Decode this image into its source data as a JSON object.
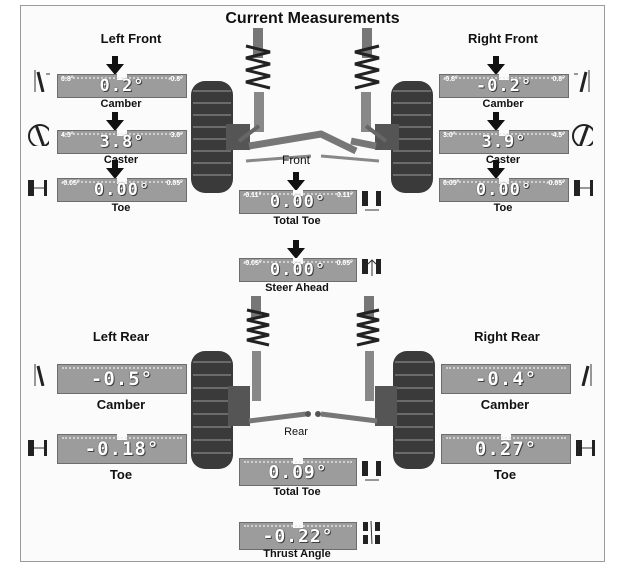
{
  "header": {
    "title": "Current Measurements"
  },
  "sections": {
    "left_front": "Left Front",
    "right_front": "Right Front",
    "left_rear": "Left Rear",
    "right_rear": "Right Rear",
    "front": "Front",
    "rear": "Rear"
  },
  "left_front": {
    "camber": {
      "label": "Camber",
      "value": "0.2°",
      "min": "0.8°",
      "max": "-0.8°"
    },
    "caster": {
      "label": "Caster",
      "value": "3.8°",
      "min": "4.5°",
      "max": "3.0°"
    },
    "toe": {
      "label": "Toe",
      "value": "0.00°",
      "min": "-0.05°",
      "max": "0.05°"
    }
  },
  "right_front": {
    "camber": {
      "label": "Camber",
      "value": "-0.2°",
      "min": "-0.8°",
      "max": "0.8°"
    },
    "caster": {
      "label": "Caster",
      "value": "3.9°",
      "min": "3.0°",
      "max": "4.5°"
    },
    "toe": {
      "label": "Toe",
      "value": "0.00°",
      "min": "0.05°",
      "max": "-0.05°"
    }
  },
  "front_total_toe": {
    "label": "Total Toe",
    "value": "0.00°",
    "min": "-0.11°",
    "max": "0.11°"
  },
  "steer_ahead": {
    "label": "Steer Ahead",
    "value": "0.00°",
    "min": "-0.05°",
    "max": "0.05°"
  },
  "left_rear": {
    "camber": {
      "label": "Camber",
      "value": "-0.5°"
    },
    "toe": {
      "label": "Toe",
      "value": "-0.18°"
    }
  },
  "right_rear": {
    "camber": {
      "label": "Camber",
      "value": "-0.4°"
    },
    "toe": {
      "label": "Toe",
      "value": "0.27°"
    }
  },
  "rear_total_toe": {
    "label": "Total Toe",
    "value": "0.09°"
  },
  "thrust_angle": {
    "label": "Thrust Angle",
    "value": "-0.22°"
  },
  "icons": [
    "camber-icon",
    "caster-icon",
    "toe-icon",
    "total-toe-icon",
    "steer-ahead-icon",
    "thrust-angle-icon"
  ],
  "colors": {
    "gauge": "#9c9c9c",
    "gauge_text": "#ffffff",
    "arrow": "#111111"
  }
}
